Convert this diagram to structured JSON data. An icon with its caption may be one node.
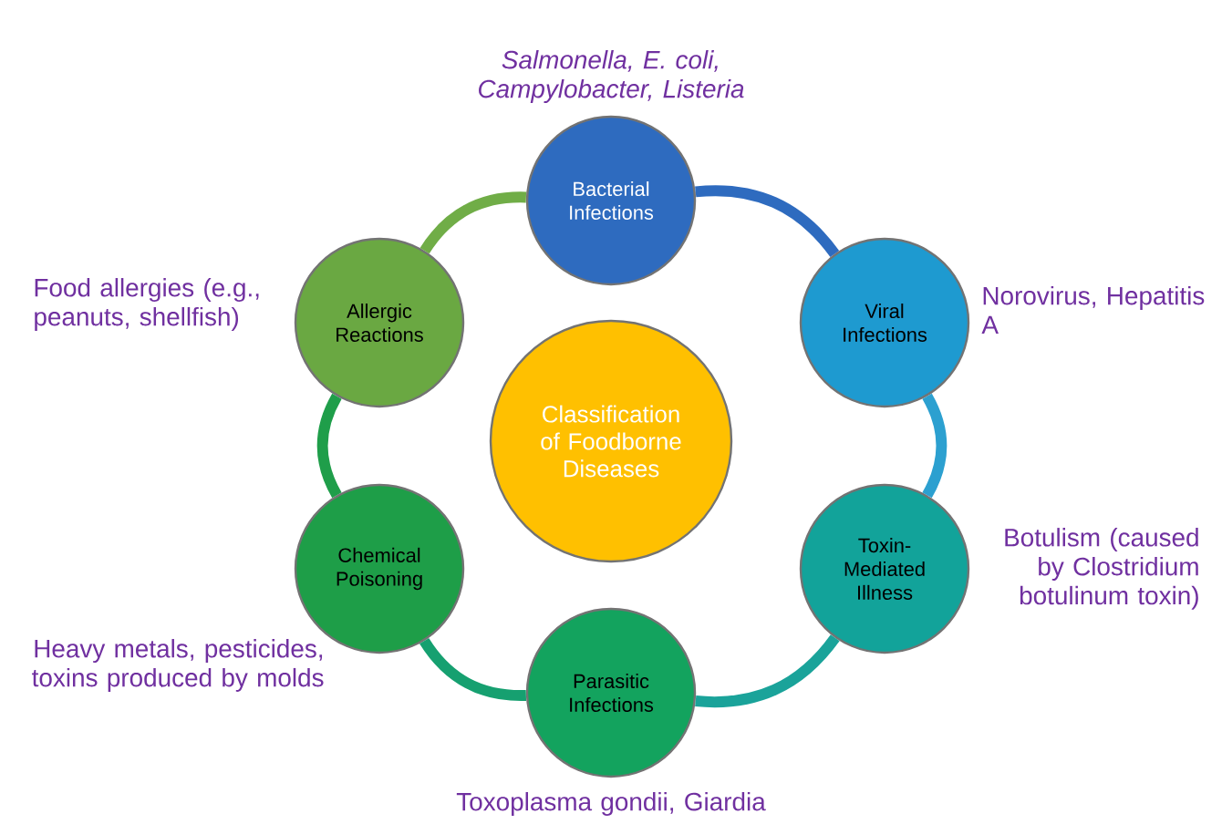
{
  "diagram": {
    "nodes": [
      {
        "text": [
          "Classification of Foodborne Diseases"
        ]
      },
      {
        "text": [
          "Bacterial Infections"
        ],
        "beside": [
          "Salmonella, E. coli, Campylobacter, Listeria"
        ]
      },
      {
        "text": [
          "Viral Infections"
        ],
        "beside": [
          "Norovirus, Hepatitis A"
        ]
      },
      {
        "text": [
          "Toxin-Mediated Illness"
        ],
        "beside": [
          "Botulism (caused by Clostridium botulinum toxin)"
        ]
      },
      {
        "text": [
          "Parasitic Infections"
        ],
        "beside": [
          "Toxoplasma gondii, Giardia"
        ]
      },
      {
        "text": [
          "Chemical Poisoning"
        ],
        "beside": [
          "Heavy metals, pesticides, toxins produced by molds"
        ]
      },
      {
        "text": [
          "Allergic Reactions"
        ],
        "beside": [
          "Food allergies (e.g., peanuts, shellfish)"
        ]
      }
    ],
    "edges": [
      {
        "from": 1,
        "to": 2,
        "arrow": "none",
        "color": "#2e6bbf"
      },
      {
        "from": 2,
        "to": 3,
        "arrow": "none",
        "color": "#2ca0d0"
      },
      {
        "from": 3,
        "to": 4,
        "arrow": "none",
        "color": "#1aa39a"
      },
      {
        "from": 4,
        "to": 5,
        "arrow": "none",
        "color": "#16a070"
      },
      {
        "from": 5,
        "to": 6,
        "arrow": "none",
        "color": "#1f9e4a"
      },
      {
        "from": 6,
        "to": 1,
        "arrow": "none",
        "color": "#70ad47"
      }
    ]
  }
}
